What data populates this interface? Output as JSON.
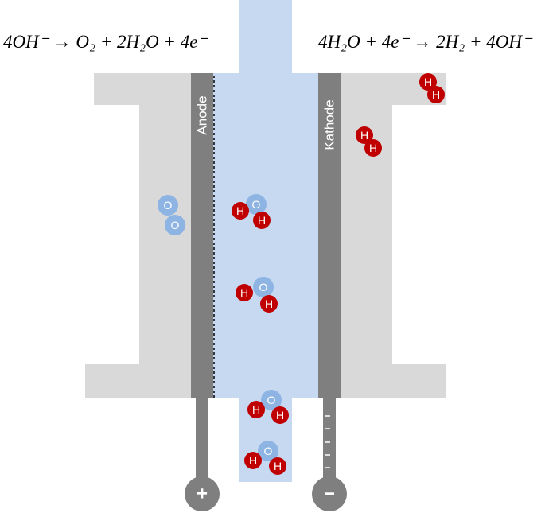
{
  "equations": {
    "anode": "4OH⁻ → O₂ + 2H₂O + 4e⁻",
    "cathode": "4H₂O + 4e⁻ → 2H₂ + 4OH⁻"
  },
  "labels": {
    "anode": "Anode",
    "cathode": "Kathode",
    "plus": "+",
    "minus": "−",
    "cathode_charges": "- - - - -"
  },
  "atoms": {
    "hydrogen": "H",
    "oxygen": "O"
  },
  "colors": {
    "housing": "#d9d9d9",
    "electrolyte": "#c6d9f1",
    "electrode": "#7f7f7f",
    "hydrogen": "#c00000",
    "oxygen": "#8eb4e3"
  }
}
